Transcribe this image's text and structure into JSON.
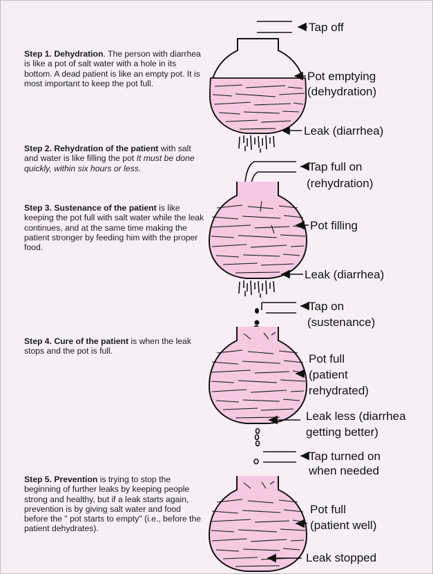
{
  "steps": [
    {
      "heading": "Step 1. Dehydration",
      "body": ". The person with diarrhea is like a pot of salt water with a hole in its bottom. A dead patient is like an empty pot. It is most important to keep the pot full."
    },
    {
      "heading": "Step 2. Rehydration of the patient",
      "body": " with salt and water is like filling the pot ",
      "note": "It must be done quickly, within six hours or less."
    },
    {
      "heading": "Step 3. Sustenance of the patient",
      "body": " is like keeping the pot full with salt water while the leak continues, and at the same time making the patient stronger by feeding him with the proper food."
    },
    {
      "heading": "Step 4. Cure of the patient",
      "body": " is when the leak stops and the pot is full."
    },
    {
      "heading": "Step 5. Prevention",
      "body": " is trying to stop the beginning of further leaks by keeping people strong and healthy, but if a leak starts again, prevention is by giving salt water and food before the \" pot starts to empty\" (i.e., before the patient dehydrates)."
    }
  ],
  "labels": {
    "tap_off": "Tap off",
    "pot_emptying": "Pot emptying",
    "pot_emptying_2": "(dehydration)",
    "leak_1": "Leak (diarrhea)",
    "tap_full_on": "Tap full on",
    "tap_full_on_2": "(rehydration)",
    "pot_filling": "Pot filling",
    "leak_2": "Leak (diarrhea)",
    "tap_on": "Tap on",
    "tap_on_2": "(sustenance)",
    "pot_full_1": "Pot full",
    "pot_full_1b": "(patient",
    "pot_full_1c": "rehydrated)",
    "leak_less": "Leak less (diarrhea",
    "leak_less_2": "getting better)",
    "tap_when_needed": "Tap turned on",
    "tap_when_needed_2": "when needed",
    "pot_full_2": "Pot full",
    "pot_full_2b": "(patient well)",
    "leak_stopped": "Leak stopped"
  },
  "colors": {
    "pot_fill": "#f4c9e1",
    "outline": "#111111",
    "background": "#f8eff6"
  }
}
